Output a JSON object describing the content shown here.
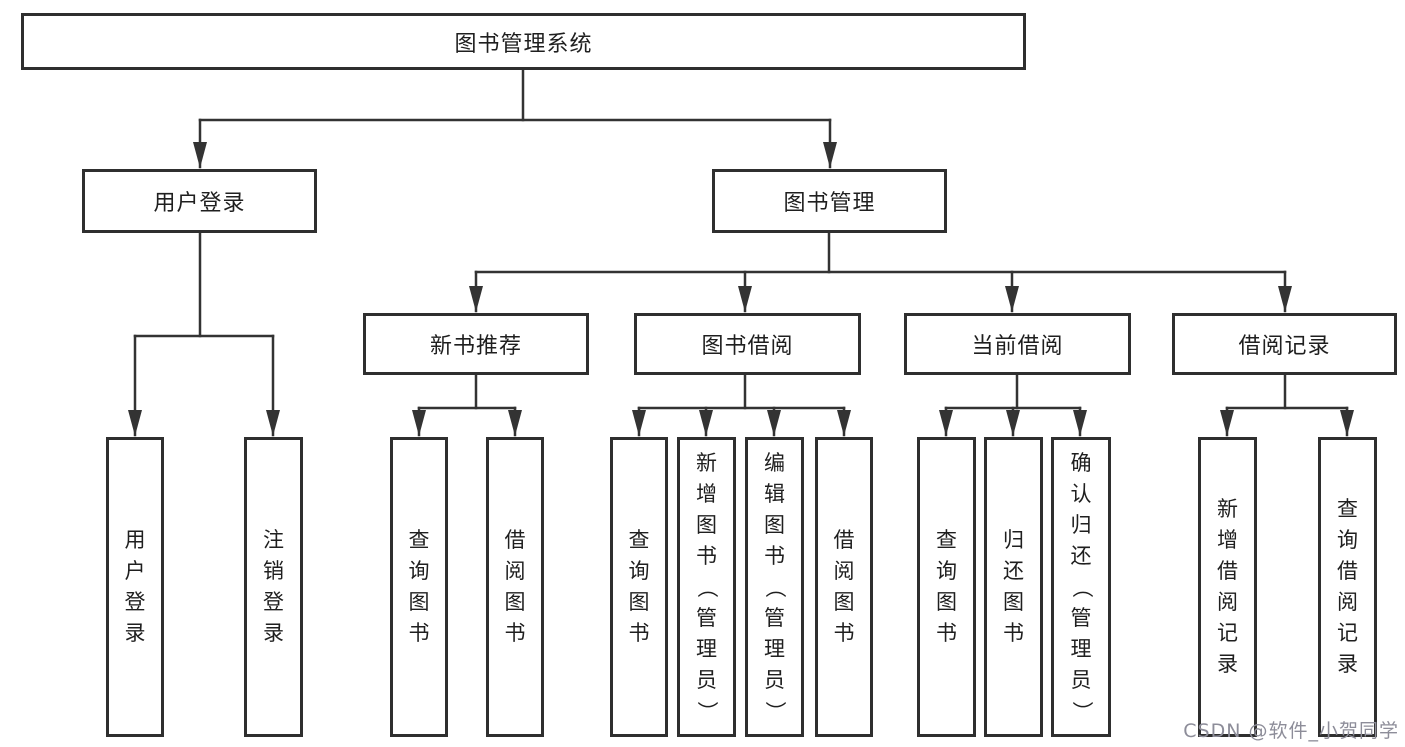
{
  "tree": {
    "root": "图书管理系统",
    "level2": [
      {
        "label": "用户登录",
        "children": [
          "用户登录",
          "注销登录"
        ]
      },
      {
        "label": "图书管理",
        "children": [
          {
            "label": "新书推荐",
            "children": [
              "查询图书",
              "借阅图书"
            ]
          },
          {
            "label": "图书借阅",
            "children": [
              "查询图书",
              "新增图书（管理员）",
              "编辑图书（管理员）",
              "借阅图书"
            ]
          },
          {
            "label": "当前借阅",
            "children": [
              "查询图书",
              "归还图书",
              "确认归还（管理员）"
            ]
          },
          {
            "label": "借阅记录",
            "children": [
              "新增借阅记录",
              "查询借阅记录"
            ]
          }
        ]
      }
    ]
  },
  "watermark": "CSDN @软件_小贺同学",
  "colors": {
    "line": "#333333",
    "border": "#2f2f2f",
    "text": "#1f1f1f",
    "background": "#ffffff",
    "watermark": "#8d8d99"
  }
}
